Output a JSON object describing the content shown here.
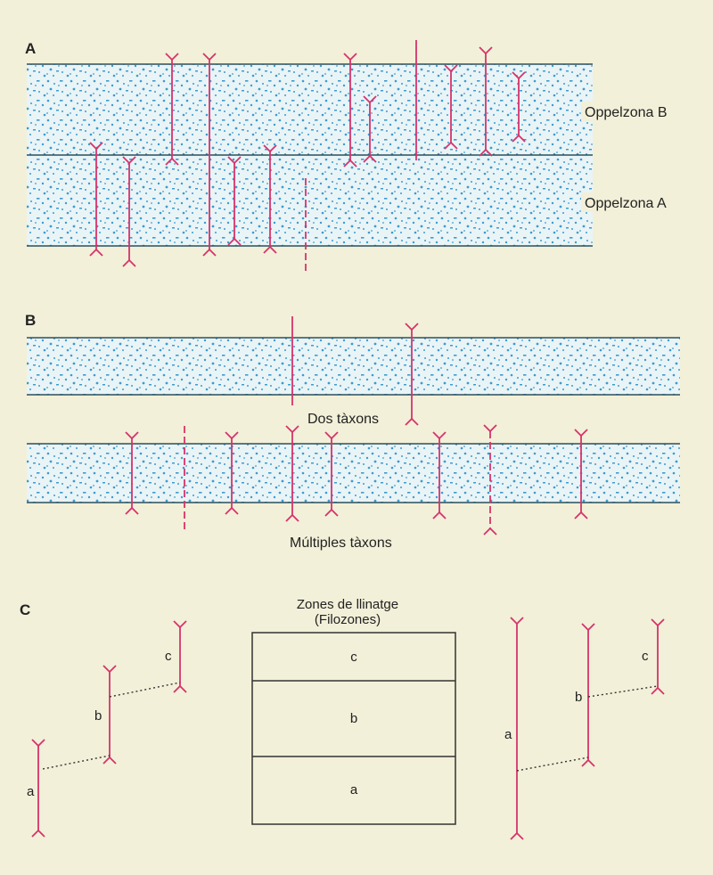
{
  "panels": {
    "a": {
      "letter": "A",
      "zone_b_label": "Oppelzona B",
      "zone_a_label": "Oppelzona A"
    },
    "b": {
      "letter": "B",
      "two_taxa_label": "Dos tàxons",
      "multiple_taxa_label": "Múltiples tàxons"
    },
    "c": {
      "letter": "C",
      "title_line1": "Zones de llinatge",
      "title_line2": "(Filozones)",
      "zones": [
        "c",
        "b",
        "a"
      ],
      "left_lineage": [
        "a",
        "b",
        "c"
      ],
      "right_lineage": [
        "a",
        "b",
        "c"
      ]
    }
  },
  "colors": {
    "background": "#f2f0d8",
    "band_fill": "#e8f3f6",
    "dots": "#3e9bcd",
    "range_line": "#d6336c",
    "boundary": "#2b4f5c"
  }
}
